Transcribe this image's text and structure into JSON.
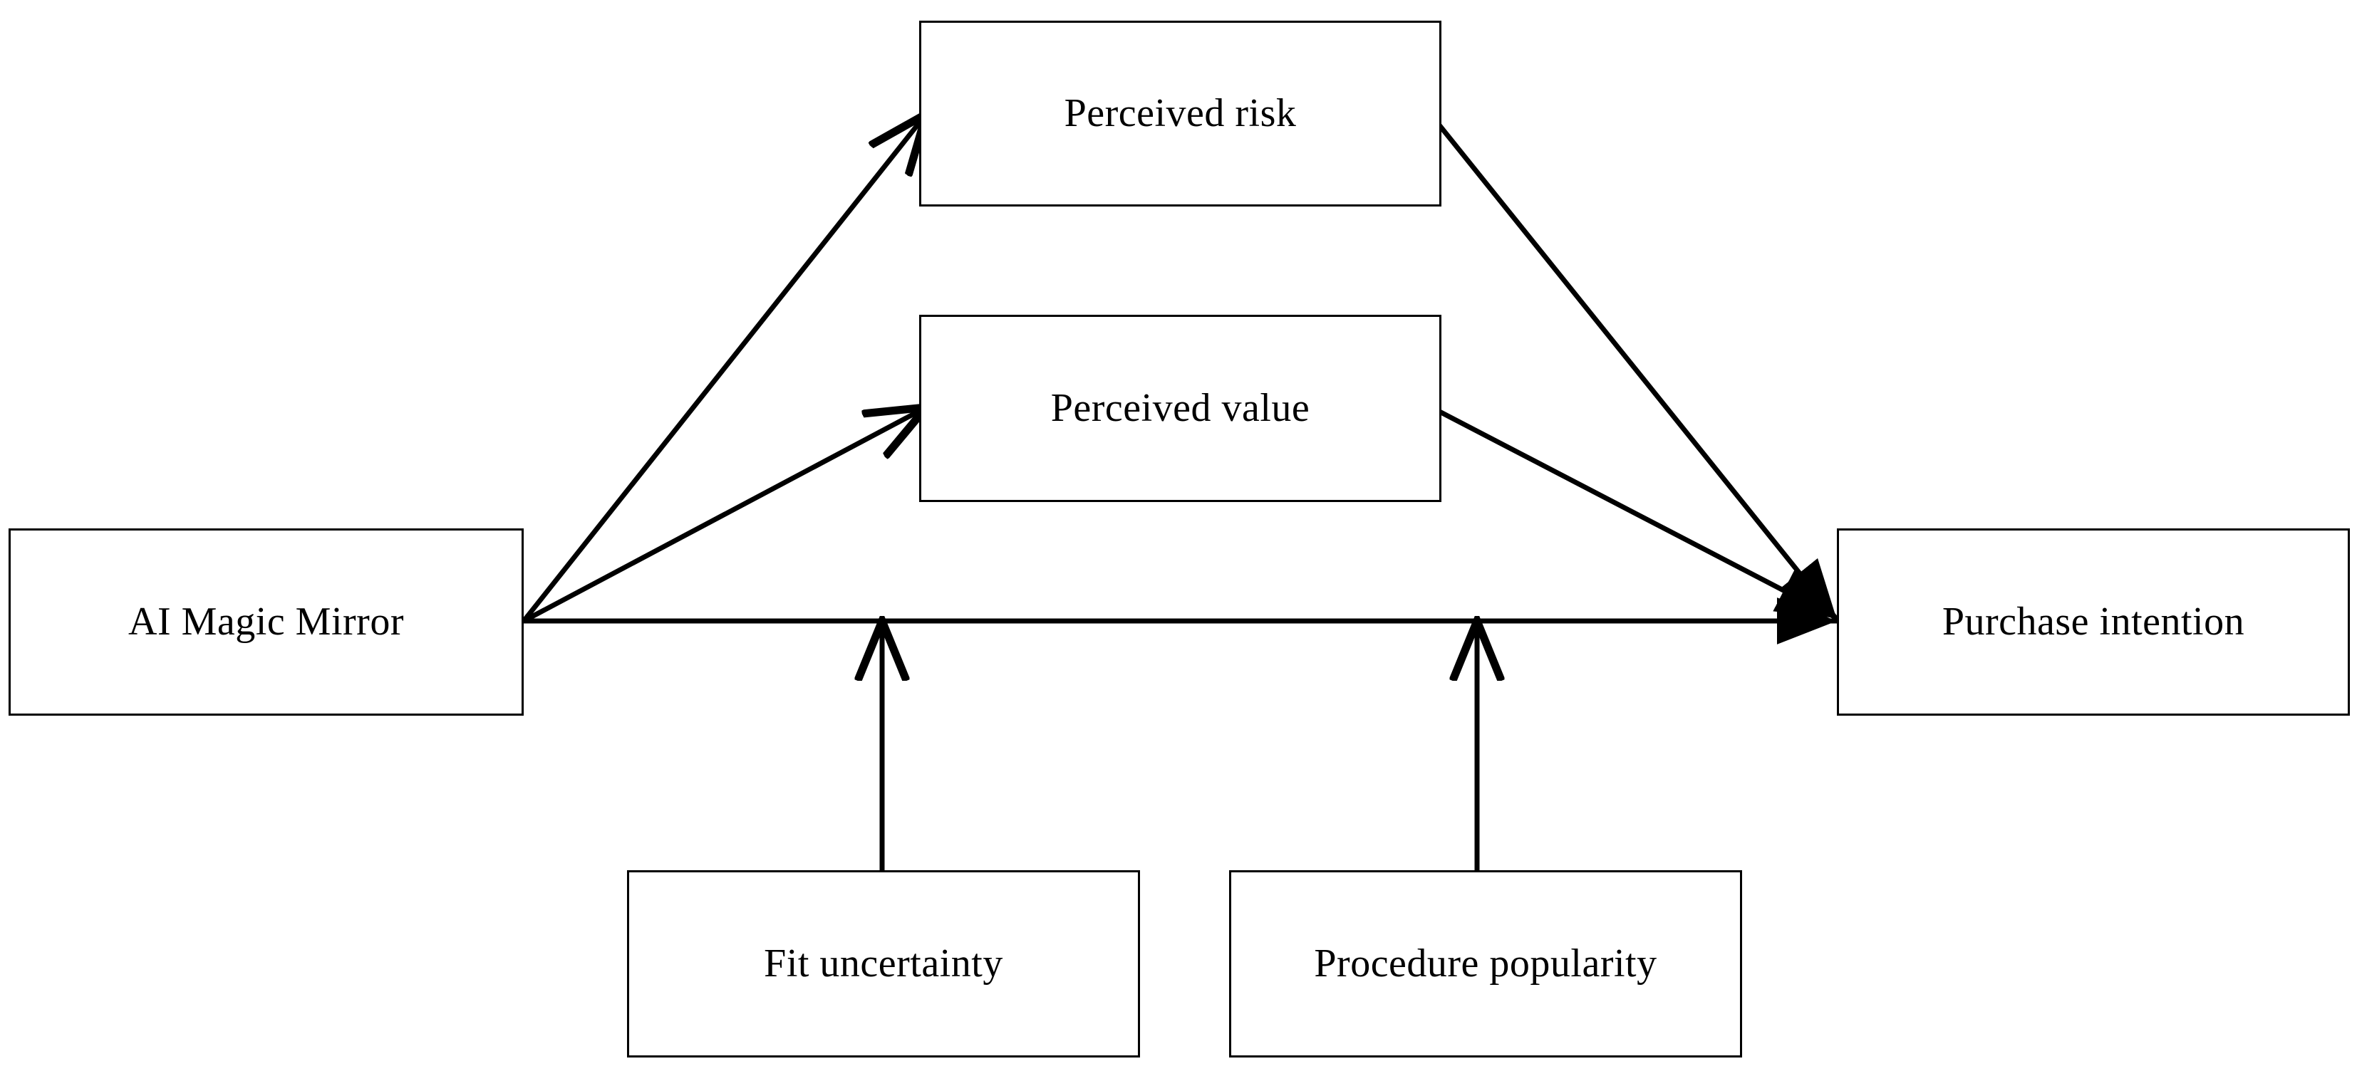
{
  "diagram": {
    "type": "conceptual-research-model",
    "background_color": "#ffffff",
    "line_color": "#000000",
    "text_color": "#000000",
    "nodes": [
      {
        "id": "ai-magic-mirror",
        "label": "AI Magic Mirror",
        "role": "independent-variable"
      },
      {
        "id": "perceived-risk",
        "label": "Perceived risk",
        "role": "mediator"
      },
      {
        "id": "perceived-value",
        "label": "Perceived value",
        "role": "mediator"
      },
      {
        "id": "purchase-intention",
        "label": "Purchase intention",
        "role": "dependent-variable"
      },
      {
        "id": "fit-uncertainty",
        "label": "Fit uncertainty",
        "role": "moderator"
      },
      {
        "id": "procedure-popularity",
        "label": "Procedure popularity",
        "role": "moderator"
      }
    ],
    "edges": [
      {
        "id": "e1",
        "from": "ai-magic-mirror",
        "to": "perceived-risk",
        "style": "arrow"
      },
      {
        "id": "e2",
        "from": "ai-magic-mirror",
        "to": "perceived-value",
        "style": "arrow"
      },
      {
        "id": "e3",
        "from": "ai-magic-mirror",
        "to": "purchase-intention",
        "style": "arrow"
      },
      {
        "id": "e4",
        "from": "perceived-risk",
        "to": "purchase-intention",
        "style": "arrow"
      },
      {
        "id": "e5",
        "from": "perceived-value",
        "to": "purchase-intention",
        "style": "arrow"
      },
      {
        "id": "e6",
        "from": "fit-uncertainty",
        "to": "e3",
        "style": "moderation-arrow"
      },
      {
        "id": "e7",
        "from": "procedure-popularity",
        "to": "e3",
        "style": "moderation-arrow"
      }
    ]
  }
}
